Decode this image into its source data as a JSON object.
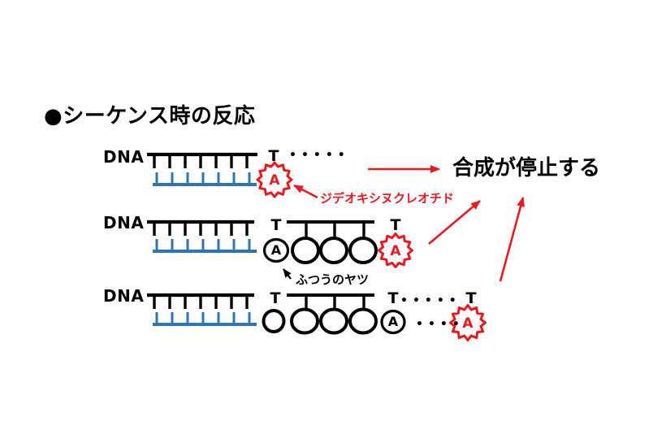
{
  "colors": {
    "red": "#e8191f",
    "blue": "#2e75b6",
    "black": "#000000",
    "background": "#ffffff"
  },
  "title": {
    "bullet": "●",
    "text": "シーケンス時の反応"
  },
  "annotations": {
    "synthesis_stops": "合成が停止する",
    "dideoxynucleotide": "ジデオキシヌクレオチド",
    "normal_nucleotide": "ふつうのヤツ"
  },
  "rows": [
    {
      "dna_label": "DNA",
      "template_base": "T",
      "dots": "•••••",
      "terminator_base": "A"
    },
    {
      "dna_label": "DNA",
      "template_base_1": "T",
      "normal_base": "A",
      "template_base_2": "T",
      "terminator_base": "A"
    },
    {
      "dna_label": "DNA",
      "template_base_1": "T",
      "template_base_2": "T",
      "dots_top": "•••••",
      "normal_base": "A",
      "dots_bottom": "••••",
      "template_base_3": "T",
      "terminator_base": "A"
    }
  ]
}
